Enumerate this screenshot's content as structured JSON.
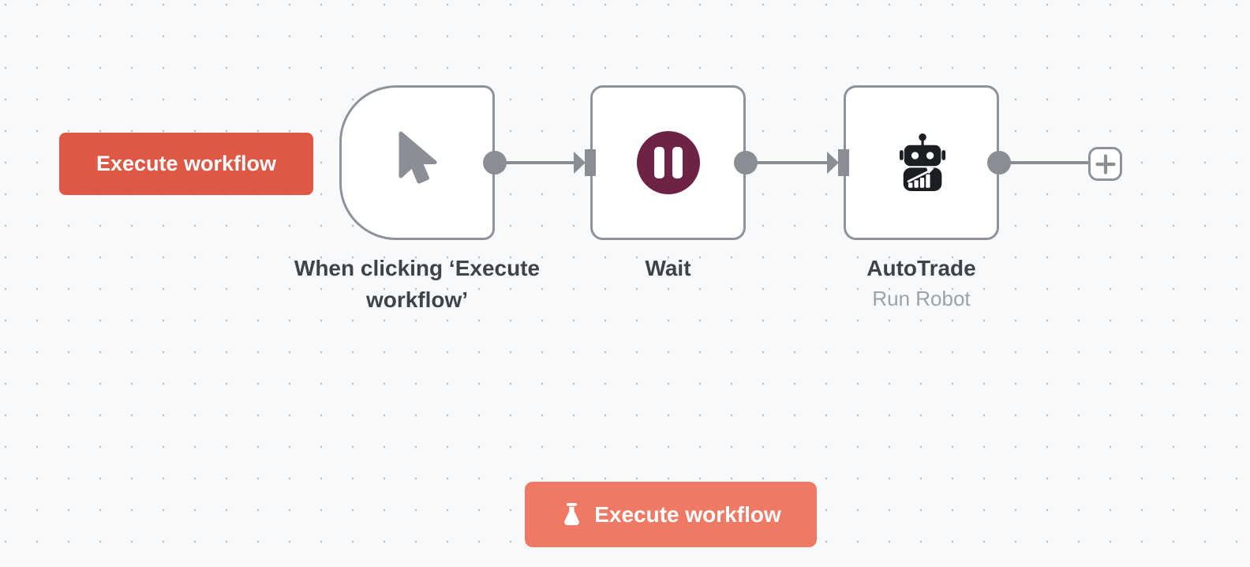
{
  "canvas": {
    "description": "workflow editor canvas",
    "background_color": "#f8f9fb",
    "grid_dot_color": "#bdc0c6"
  },
  "colors": {
    "top_button_bg": "#dd5845",
    "bottom_button_bg": "#ee7a66",
    "node_border": "#8f929a",
    "connector": "#8a8d94",
    "wait_icon_bg": "#6e2245",
    "title_text": "#3e424a",
    "subtitle_text": "#9da1a9"
  },
  "top_button": {
    "label": "Execute workflow"
  },
  "bottom_button": {
    "label": "Execute workflow",
    "icon": "flask-icon"
  },
  "add_button": {
    "icon": "plus-icon"
  },
  "nodes": [
    {
      "name": "When clicking ‘Execute workflow’",
      "icon": "cursor-icon",
      "shape": "trigger"
    },
    {
      "name": "Wait",
      "icon": "pause-icon"
    },
    {
      "name": "AutoTrade",
      "subtitle": "Run Robot",
      "icon": "robot-icon"
    }
  ]
}
